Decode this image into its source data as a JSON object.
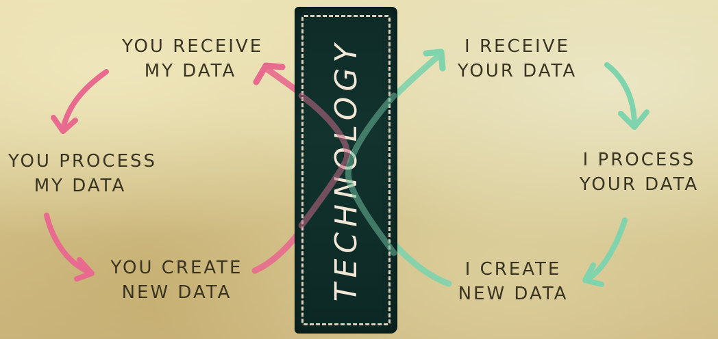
{
  "center": {
    "word": "TECHNOLOGY"
  },
  "left_cycle": {
    "receive": [
      "YOU RECEIVE",
      "MY DATA"
    ],
    "process": [
      "YOU PROCESS",
      "MY DATA"
    ],
    "create": [
      "YOU CREATE",
      "NEW DATA"
    ]
  },
  "right_cycle": {
    "receive": [
      "I RECEIVE",
      "YOUR DATA"
    ],
    "process": [
      "I PROCESS",
      "YOUR DATA"
    ],
    "create": [
      "I CREATE",
      "NEW DATA"
    ]
  },
  "colors": {
    "pink_arrow": "#e86a8e",
    "green_arrow": "#7fd3ad",
    "banner": "#12332e",
    "text": "#3a3422"
  }
}
